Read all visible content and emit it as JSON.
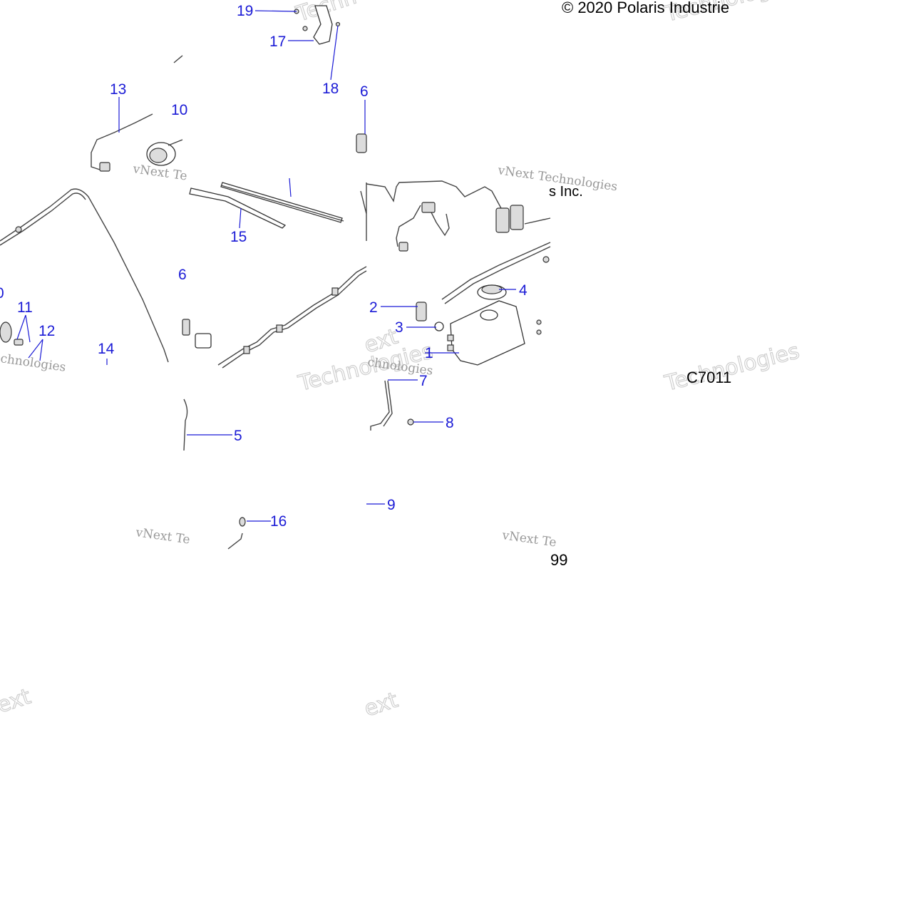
{
  "copyright": "© 2020 Polaris Industrie",
  "copyright_tail": "s Inc.",
  "figure_code": "C7011",
  "page_fragment": "99",
  "watermark": {
    "line1": "vNext Technologies",
    "line2": "Technologies",
    "frag_next": "vNext Te",
    "frag_ext": "ext",
    "frag_tech": "Technologies",
    "frag_chno": "chnologies",
    "frag_techn": "Techn"
  },
  "callouts": {
    "c1": "1",
    "c2": "2",
    "c3": "3",
    "c4": "4",
    "c5": "5",
    "c6": "6",
    "c7": "7",
    "c8": "8",
    "c9": "9",
    "c10": "10",
    "c10b": "0",
    "c11": "11",
    "c12": "12",
    "c13": "13",
    "c14": "14",
    "c15": "15",
    "c16": "16",
    "c16b": "6",
    "c17": "17",
    "c18": "18",
    "c19": "19"
  }
}
